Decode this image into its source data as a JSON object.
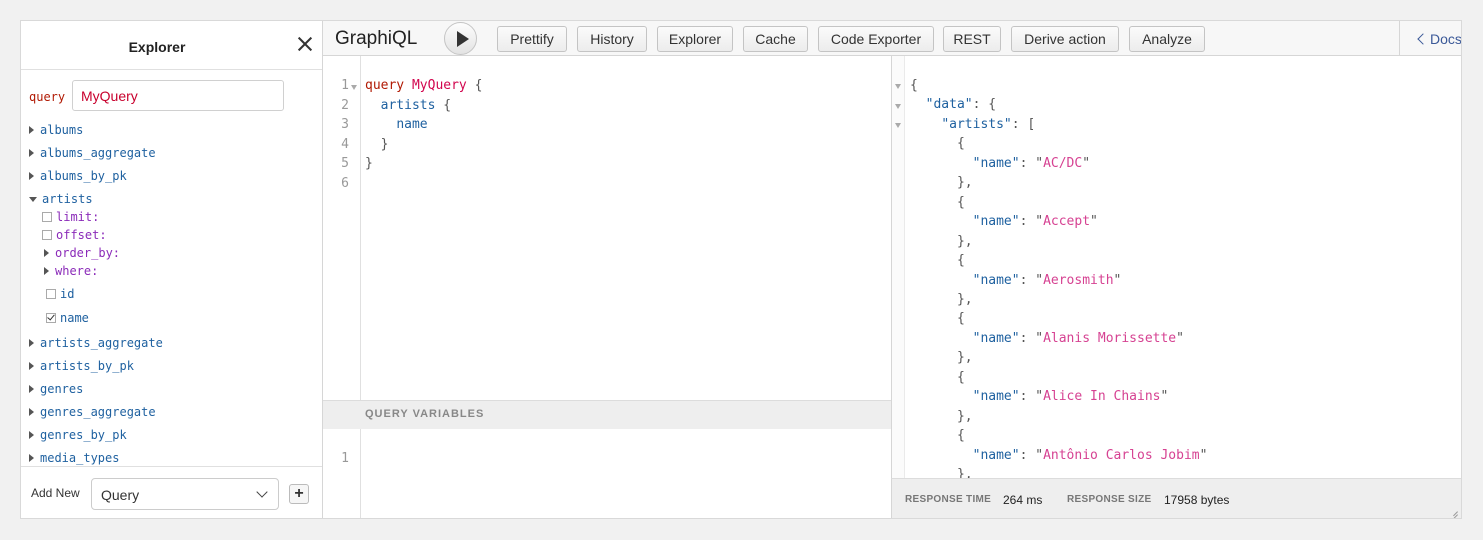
{
  "explorer": {
    "title": "Explorer",
    "query_label": "query",
    "query_name": "MyQuery",
    "tree": [
      {
        "label": "albums",
        "arrow": "right",
        "kind": "field"
      },
      {
        "label": "albums_aggregate",
        "arrow": "right",
        "kind": "field"
      },
      {
        "label": "albums_by_pk",
        "arrow": "right",
        "kind": "field"
      },
      {
        "label": "artists",
        "arrow": "down",
        "kind": "field"
      },
      {
        "label": "limit:",
        "kind": "arg-check",
        "checked": false
      },
      {
        "label": "offset:",
        "kind": "arg-check",
        "checked": false
      },
      {
        "label": "order_by:",
        "kind": "arg-arrow"
      },
      {
        "label": "where:",
        "kind": "arg-arrow"
      },
      {
        "label": "id",
        "kind": "check",
        "checked": false
      },
      {
        "label": "name",
        "kind": "check",
        "checked": true
      },
      {
        "label": "artists_aggregate",
        "arrow": "right",
        "kind": "field"
      },
      {
        "label": "artists_by_pk",
        "arrow": "right",
        "kind": "field"
      },
      {
        "label": "genres",
        "arrow": "right",
        "kind": "field"
      },
      {
        "label": "genres_aggregate",
        "arrow": "right",
        "kind": "field"
      },
      {
        "label": "genres_by_pk",
        "arrow": "right",
        "kind": "field"
      },
      {
        "label": "media_types",
        "arrow": "right",
        "kind": "field"
      }
    ],
    "footer": {
      "add_new_label": "Add New",
      "select_value": "Query",
      "plus": "+"
    }
  },
  "toolbar": {
    "brand": "GraphiQL",
    "buttons": [
      "Prettify",
      "History",
      "Explorer",
      "Cache",
      "Code Exporter",
      "REST",
      "Derive action",
      "Analyze"
    ],
    "docs_label": "Docs"
  },
  "editor": {
    "line_numbers": [
      "1",
      "2",
      "3",
      "4",
      "5",
      "6"
    ],
    "tokens": {
      "query_kw": "query",
      "op_name": "MyQuery",
      "artists": "artists",
      "name": "name",
      "open": "{",
      "close": "}"
    }
  },
  "variables": {
    "title": "QUERY VARIABLES",
    "line_numbers": [
      "1"
    ]
  },
  "result": {
    "open": "{",
    "data_key": "\"data\"",
    "artists_key": "\"artists\"",
    "name_key": "\"name\"",
    "artists": [
      "AC/DC",
      "Accept",
      "Aerosmith",
      "Alanis Morissette",
      "Alice In Chains",
      "Antônio Carlos Jobim"
    ],
    "footer": {
      "response_time_label": "RESPONSE TIME",
      "response_time_value": "264 ms",
      "response_size_label": "RESPONSE SIZE",
      "response_size_value": "17958 bytes"
    }
  }
}
